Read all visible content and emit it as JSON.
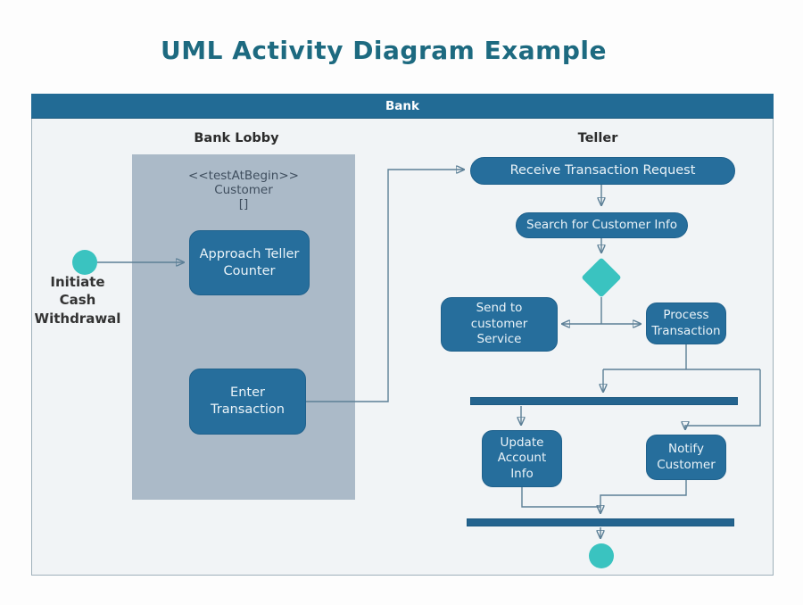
{
  "title": "UML Activity Diagram Example",
  "frame": {
    "header": "Bank",
    "lanes": [
      {
        "label": "Bank Lobby"
      },
      {
        "label": "Teller"
      }
    ]
  },
  "partition": {
    "text": "<<testAtBegin>>\nCustomer\n[]"
  },
  "nodes": {
    "start_label": "Initiate\nCash\nWithdrawal",
    "approach_teller_counter": "Approach Teller\nCounter",
    "enter_transaction": "Enter\nTransaction",
    "receive_transaction_request": "Receive Transaction Request",
    "search_for_customer_info": "Search for Customer Info",
    "send_to_customer_service": "Send to\ncustomer\nService",
    "process_transaction": "Process\nTransaction",
    "update_account_info": "Update\nAccount\nInfo",
    "notify_customer": "Notify\nCustomer"
  },
  "colors": {
    "title_color": "#1d6a80",
    "bar_bg": "#226b95",
    "node_fill": "#266e9c",
    "teal": "#3ac3c0",
    "region_bg": "#abbac8",
    "frame_bg": "#f1f4f6",
    "connector": "#5c7f96",
    "arrow": "#2b5a78"
  }
}
